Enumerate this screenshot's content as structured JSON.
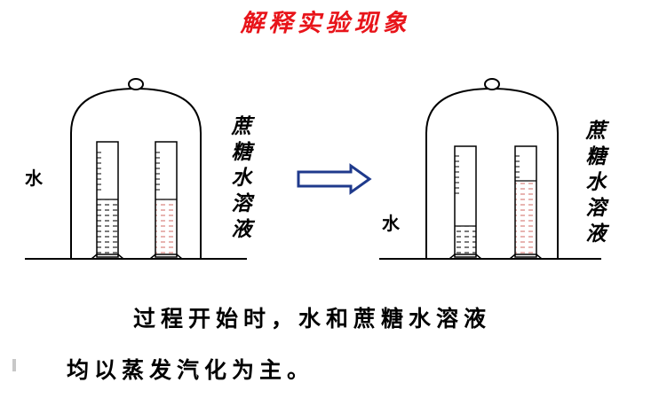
{
  "title": "解释实验现象",
  "left_panel": {
    "water_label": "水",
    "solution_label": "蔗糖水溶液"
  },
  "right_panel": {
    "water_label": "水",
    "solution_label": "蔗糖水溶液"
  },
  "caption": {
    "line1": "过程开始时，水和蔗糖水溶液",
    "line2": "均以蒸发汽化为主。"
  },
  "colors": {
    "title": "#e8141a",
    "water_dash": "#222222",
    "solution_dash": "#d9827c",
    "arrow": "#1f3a8c",
    "outline": "#000000"
  }
}
